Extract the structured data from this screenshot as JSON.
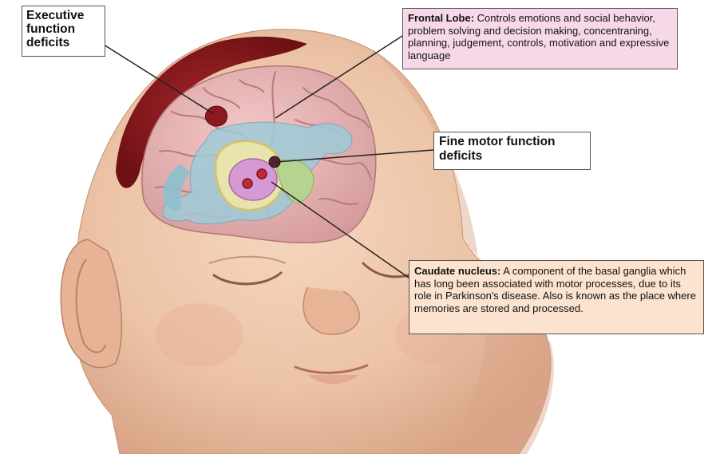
{
  "labels": {
    "executive": {
      "text": "Executive\nfunction\ndeficits"
    },
    "frontal": {
      "title": "Frontal Lobe:",
      "body": " Controls emotions and social behavior, problem solving and decision making, concentraning, planning, judgement, controls, motivation and expressive language"
    },
    "motor": {
      "text": "Fine motor function\ndeficits"
    },
    "caudate": {
      "title": "Caudate nucleus:",
      "body": " A component of the basal ganglia which has long been associated with motor processes, due to its role in Parkinson's disease. Also is known as the place where memories are stored and processed."
    }
  },
  "colors": {
    "skin": "#ecc3a6",
    "skin_shadow": "#d9a58a",
    "brain": "#e9b5b3",
    "brain_fold": "#b87a7e",
    "bleed": "#8a1a1e",
    "ventricle": "#9fcbd8",
    "caudate": "#d59ad4",
    "frontal_box": "#f7d8e8",
    "caudate_box": "#fbe3cf"
  }
}
